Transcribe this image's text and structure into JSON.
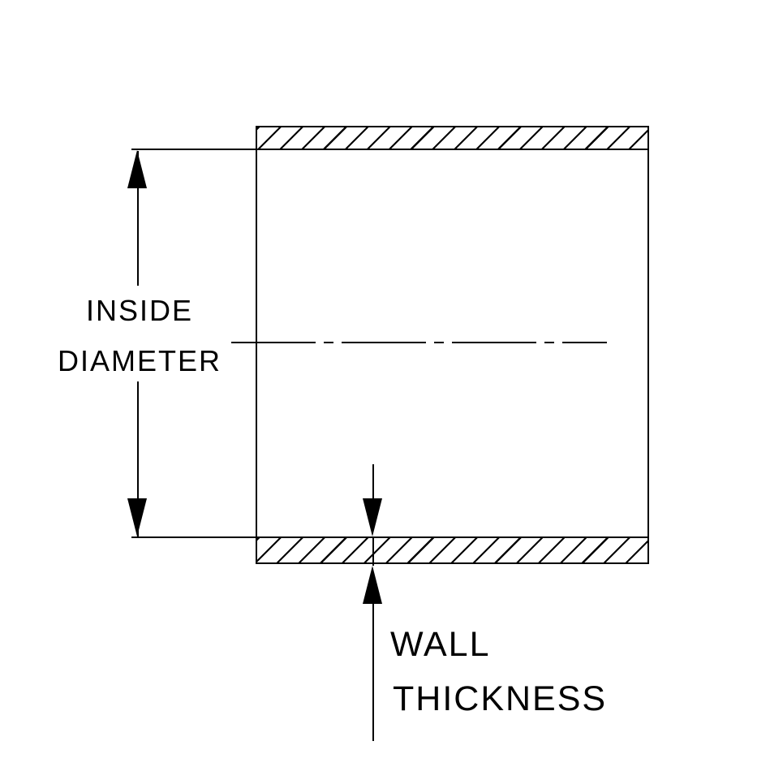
{
  "diagram": {
    "background_color": "#ffffff",
    "line_color": "#000000",
    "labels": {
      "inside_line1": "INSIDE",
      "inside_line2": "DIAMETER",
      "wall_line1": "WALL",
      "wall_line2": "THICKNESS"
    }
  }
}
